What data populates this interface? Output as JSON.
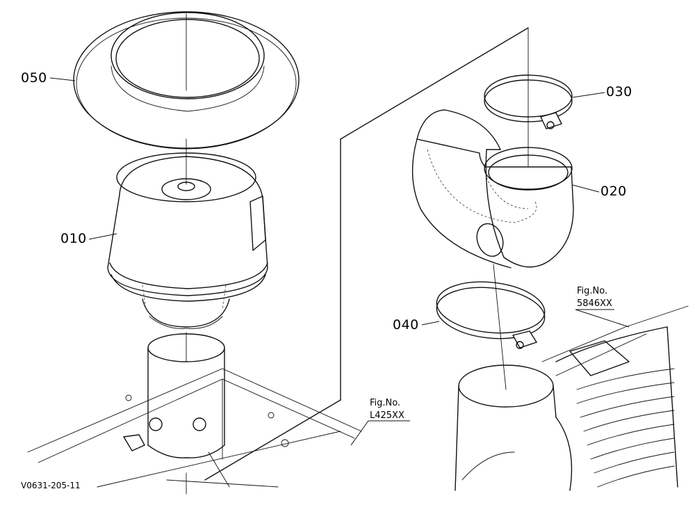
{
  "parts": {
    "p050": "050",
    "p010": "010",
    "p030": "030",
    "p020": "020",
    "p040": "040"
  },
  "refs": {
    "ref1_title": "Fig.No.",
    "ref1_number": "5846XX",
    "ref2_title": "Fig.No.",
    "ref2_number": "L425XX"
  },
  "drawing_code": "V0631-205-11"
}
